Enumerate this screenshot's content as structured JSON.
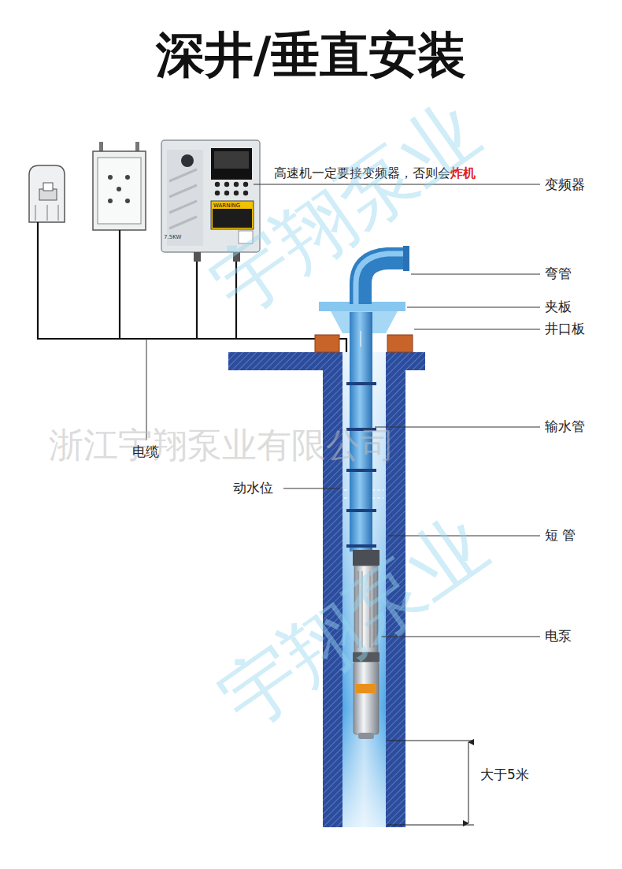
{
  "diagram": {
    "title": "深井/垂直安装",
    "labels": [
      "WARNING",
      "7.5KW",
      "高速机一定要接变频器，否则会",
      "炸机",
      "变频器",
      "弯管",
      "夹板",
      "井口板",
      "浙江宇翔泵业有限公司",
      "输水管",
      "电缆",
      "动水位",
      "短 管",
      "电泵",
      "大于5米",
      "宇翔泵业",
      "宇翔泵业"
    ]
  }
}
